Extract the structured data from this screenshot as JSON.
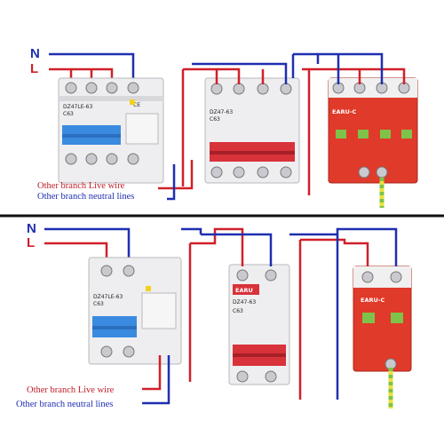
{
  "colors": {
    "neutral": "#1f2fb0",
    "live": "#d0202a",
    "spd_red": "#e03a2a",
    "breaker_red": "#d8323a",
    "breaker_blue": "#3a8be0",
    "ground_green": "#7fc24a",
    "ground_yellow": "#e8e23a",
    "divider": "#111111"
  },
  "top": {
    "label_n": "N",
    "label_l": "L",
    "rcbo_model": "DZ47LE-63",
    "rcbo_rating": "C63",
    "rcbo_tag": "CE",
    "mcb_model": "DZ47-63",
    "mcb_rating": "C63",
    "spd_brand": "EARU-C",
    "branch_live": "Other branch Live wire",
    "branch_neutral": "Other branch neutral lines"
  },
  "bottom": {
    "label_n": "N",
    "label_l": "L",
    "rcbo_model": "DZ47LE-63",
    "rcbo_rating": "C63",
    "mcb_brand": "EARU",
    "mcb_model": "DZ47-63",
    "mcb_rating": "C63",
    "spd_brand": "EARU-C",
    "branch_live": "Other branch Live wire",
    "branch_neutral": "Other branch neutral lines"
  }
}
